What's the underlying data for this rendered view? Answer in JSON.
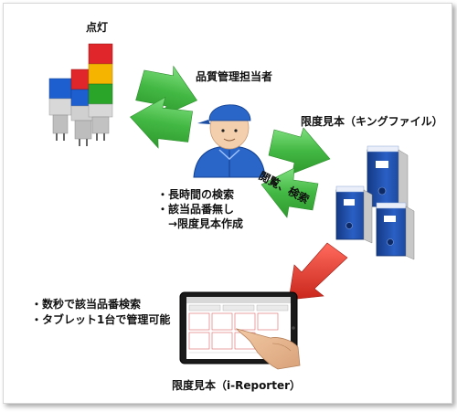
{
  "labels": {
    "lamp": "点灯",
    "manager": "品質管理担当者",
    "binder": "限度見本（キングファイル）",
    "browse": "閲覧、検索",
    "problems": [
      "・長時間の検索",
      "・該当品番無し",
      "　→限度見本作成"
    ],
    "benefits": [
      "・数秒で該当品番検索",
      "・タブレット1台で管理可能"
    ],
    "tablet": "限度見本（i-Reporter）"
  },
  "colors": {
    "green_arrow": "#4cc24c",
    "red_arrow": "#e03b2f",
    "binder_blue": "#1f4ea8",
    "worker_blue": "#2d6fd2"
  }
}
